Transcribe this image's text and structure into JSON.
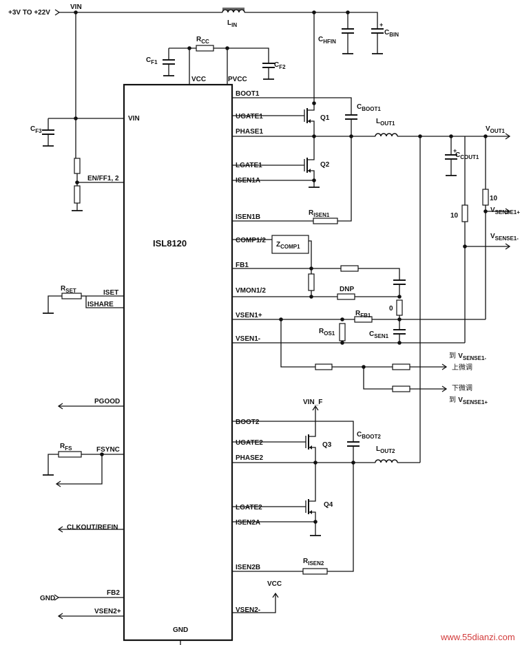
{
  "chip": {
    "name": "ISL8120"
  },
  "supply": {
    "input": "+3V TO +22V",
    "vin": "VIN",
    "vin_f": "VIN_F",
    "vcc_out": "VCC"
  },
  "components": {
    "lin": {
      "main": "L",
      "sub": "IN"
    },
    "chfin": {
      "main": "C",
      "sub": "HFIN"
    },
    "cbin": {
      "main": "C",
      "sub": "BIN"
    },
    "rcc": {
      "main": "R",
      "sub": "CC"
    },
    "cf1": {
      "main": "C",
      "sub": "F1"
    },
    "cf2": {
      "main": "C",
      "sub": "F2"
    },
    "cf3": {
      "main": "C",
      "sub": "F3"
    },
    "q1": "Q1",
    "q2": "Q2",
    "q3": "Q3",
    "q4": "Q4",
    "cboot1": {
      "main": "C",
      "sub": "BOOT1"
    },
    "cboot2": {
      "main": "C",
      "sub": "BOOT2"
    },
    "lout1": {
      "main": "L",
      "sub": "OUT1"
    },
    "lout2": {
      "main": "L",
      "sub": "OUT2"
    },
    "cout1": {
      "main": "C",
      "sub": "COUT1"
    },
    "vout1": {
      "main": "V",
      "sub": "OUT1"
    },
    "r10a": "10",
    "r10b": "10",
    "vsense1p": {
      "main": "V",
      "sub": "SENSE1+"
    },
    "vsense1m": {
      "main": "V",
      "sub": "SENSE1-"
    },
    "risen1": {
      "main": "R",
      "sub": "ISEN1"
    },
    "risen2": {
      "main": "R",
      "sub": "ISEN2"
    },
    "zcomp1": {
      "main": "Z",
      "sub": "COMP1"
    },
    "dnp": "DNP",
    "r0": "0",
    "rfb1": {
      "main": "R",
      "sub": "FB1"
    },
    "ros1": {
      "main": "R",
      "sub": "OS1"
    },
    "csen1": {
      "main": "C",
      "sub": "SEN1"
    },
    "rset": {
      "main": "R",
      "sub": "SET"
    },
    "rfs": {
      "main": "R",
      "sub": "FS"
    },
    "gnd": "GND"
  },
  "trim": {
    "up_to": "到 ",
    "up_target": {
      "main": "V",
      "sub": "SENSE1-"
    },
    "up_label": "上微调",
    "down_label": "下微调",
    "down_to": "到 ",
    "down_target": {
      "main": "V",
      "sub": "SENSE1+"
    }
  },
  "pins_left": {
    "vin": "VIN",
    "en": "EN/FF1, 2",
    "iset": "ISET",
    "ishare": "ISHARE",
    "pgood": "PGOOD",
    "fsync": "FSYNC",
    "clkout": "CLKOUT/REFIN",
    "fb2": "FB2",
    "vsen2p": "VSEN2+"
  },
  "pins_top": {
    "vcc": "VCC",
    "pvcc": "PVCC"
  },
  "pins_right": {
    "boot1": "BOOT1",
    "ugate1": "UGATE1",
    "phase1": "PHASE1",
    "lgate1": "LGATE1",
    "isen1a": "ISEN1A",
    "isen1b": "ISEN1B",
    "comp": "COMP1/2",
    "fb1": "FB1",
    "vmon": "VMON1/2",
    "vsen1p": "VSEN1+",
    "vsen1m": "VSEN1-",
    "boot2": "BOOT2",
    "ugate2": "UGATE2",
    "phase2": "PHASE2",
    "lgate2": "LGATE2",
    "isen2a": "ISEN2A",
    "isen2b": "ISEN2B",
    "vsen2m": "VSEN2-"
  },
  "pins_bottom": {
    "gnd": "GND"
  },
  "watermark": "www.55dianzi.com"
}
